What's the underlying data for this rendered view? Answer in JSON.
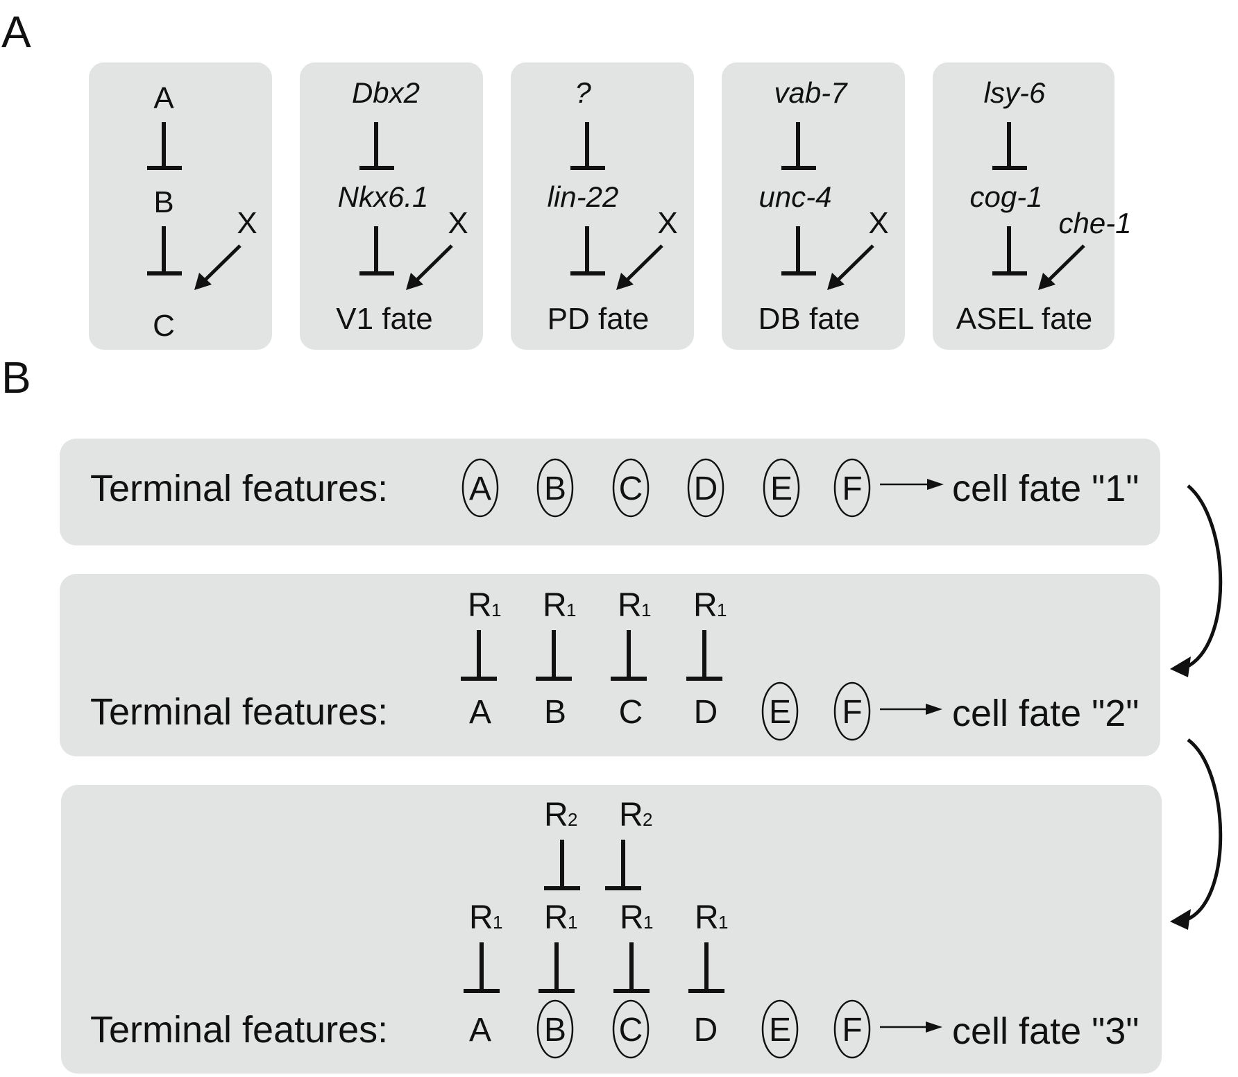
{
  "panels": {
    "a_label": "A",
    "b_label": "B"
  },
  "panel_a": {
    "pathways": [
      {
        "top": "A",
        "middle": "B",
        "activator": "X",
        "output": "C"
      },
      {
        "top": "Dbx2",
        "middle": "Nkx6.1",
        "activator": "X",
        "output": "V1 fate"
      },
      {
        "top": "?",
        "middle": "lin-22",
        "activator": "X",
        "output": "PD fate"
      },
      {
        "top": "vab-7",
        "middle": "unc-4",
        "activator": "X",
        "output": "DB fate"
      },
      {
        "top": "lsy-6",
        "middle": "cog-1",
        "activator": "che-1",
        "output": "ASEL fate"
      }
    ]
  },
  "panel_b": {
    "row_label": "Terminal features:",
    "features": [
      "A",
      "B",
      "C",
      "D",
      "E",
      "F"
    ],
    "rows": [
      {
        "fate": "cell fate \"1\"",
        "circled": [
          true,
          true,
          true,
          true,
          true,
          true
        ],
        "r1_repressed": [
          false,
          false,
          false,
          false
        ],
        "r2_repressed": [
          false,
          false
        ]
      },
      {
        "fate": "cell fate \"2\"",
        "circled": [
          false,
          false,
          false,
          false,
          true,
          true
        ],
        "r1_repressed": [
          true,
          true,
          true,
          true
        ],
        "r2_repressed": [
          false,
          false
        ]
      },
      {
        "fate": "cell fate \"3\"",
        "circled": [
          false,
          true,
          true,
          false,
          true,
          true
        ],
        "r1_repressed": [
          true,
          true,
          true,
          true
        ],
        "r2_repressed": [
          true,
          true
        ]
      }
    ],
    "repressor1": {
      "letter": "R",
      "sub": "1"
    },
    "repressor2": {
      "letter": "R",
      "sub": "2"
    }
  }
}
